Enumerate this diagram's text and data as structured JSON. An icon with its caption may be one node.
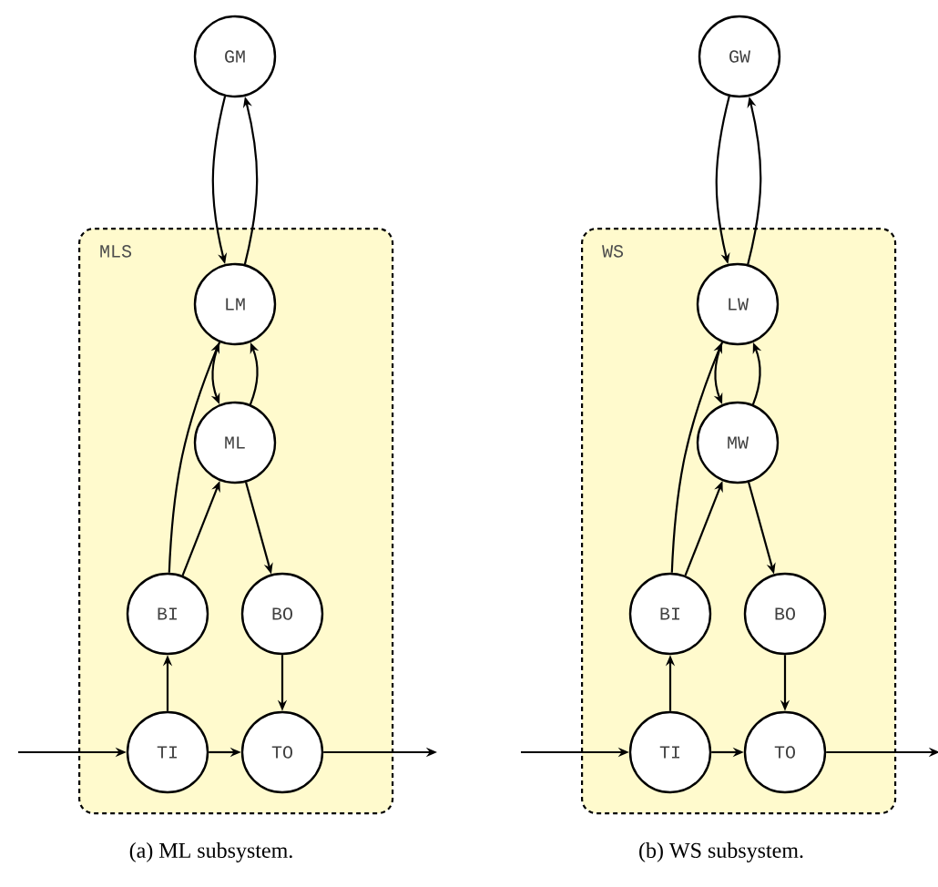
{
  "diagram": {
    "nodes": [
      {
        "text": [
          "GM"
        ]
      },
      {
        "text": [
          "MLS"
        ]
      },
      {
        "text": [
          "LM"
        ],
        "in": 1
      },
      {
        "text": [
          "ML"
        ],
        "in": 1
      },
      {
        "text": [
          "BI"
        ],
        "in": 1
      },
      {
        "text": [
          "BO"
        ],
        "in": 1
      },
      {
        "text": [
          "TI"
        ],
        "in": 1
      },
      {
        "text": [
          "TO"
        ],
        "in": 1
      },
      {
        "text": [
          "GW"
        ]
      },
      {
        "text": [
          "WS"
        ]
      },
      {
        "text": [
          "LW"
        ],
        "in": 9
      },
      {
        "text": [
          "MW"
        ],
        "in": 9
      },
      {
        "text": [
          "BI"
        ],
        "in": 9
      },
      {
        "text": [
          "BO"
        ],
        "in": 9
      },
      {
        "text": [
          "TI"
        ],
        "in": 9
      },
      {
        "text": [
          "TO"
        ],
        "in": 9
      }
    ],
    "edges": [
      {
        "from": 0,
        "to": 2,
        "arrow": "to"
      },
      {
        "from": 2,
        "to": 0,
        "arrow": "to"
      },
      {
        "from": 2,
        "to": 3,
        "arrow": "to"
      },
      {
        "from": 3,
        "to": 2,
        "arrow": "to"
      },
      {
        "from": 4,
        "to": 2,
        "arrow": "to"
      },
      {
        "from": 4,
        "to": 3,
        "arrow": "to"
      },
      {
        "from": 3,
        "to": 5,
        "arrow": "to"
      },
      {
        "from": 5,
        "to": 7,
        "arrow": "to"
      },
      {
        "from": 6,
        "to": 4,
        "arrow": "to"
      },
      {
        "from": 6,
        "to": 7,
        "arrow": "to"
      },
      {
        "from": null,
        "to": 6,
        "arrow": "to"
      },
      {
        "from": 7,
        "to": null,
        "arrow": "to"
      },
      {
        "from": 8,
        "to": 10,
        "arrow": "to"
      },
      {
        "from": 10,
        "to": 8,
        "arrow": "to"
      },
      {
        "from": 10,
        "to": 11,
        "arrow": "to"
      },
      {
        "from": 11,
        "to": 10,
        "arrow": "to"
      },
      {
        "from": 12,
        "to": 10,
        "arrow": "to"
      },
      {
        "from": 12,
        "to": 11,
        "arrow": "to"
      },
      {
        "from": 11,
        "to": 13,
        "arrow": "to"
      },
      {
        "from": 13,
        "to": 15,
        "arrow": "to"
      },
      {
        "from": 14,
        "to": 12,
        "arrow": "to"
      },
      {
        "from": 14,
        "to": 15,
        "arrow": "to"
      },
      {
        "from": null,
        "to": 14,
        "arrow": "to"
      },
      {
        "from": 15,
        "to": null,
        "arrow": "to"
      }
    ],
    "labels": [
      "(a) ML subsystem.",
      "(b) WS subsystem."
    ]
  }
}
